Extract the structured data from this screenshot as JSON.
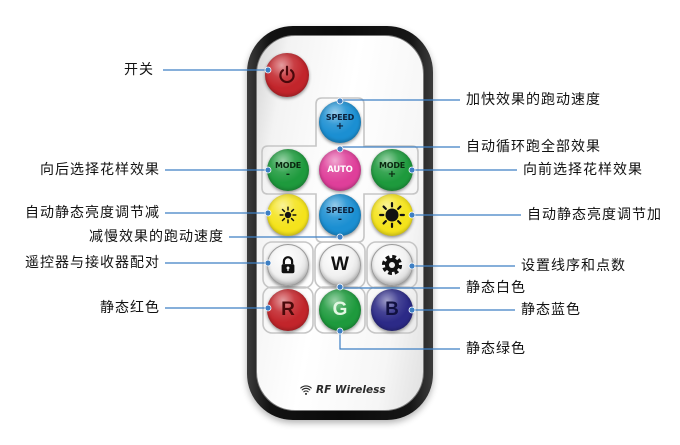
{
  "remote": {
    "brand_text": "RF Wireless",
    "brand_icon": "wireless-signal-icon",
    "buttons": {
      "power": {
        "icon": "power-icon",
        "color": "#c2252b"
      },
      "speed_up": {
        "label": "SPEED",
        "sign": "+",
        "color": "#1b8fd2"
      },
      "mode_back": {
        "label": "MODE",
        "sign": "-",
        "color": "#1e9a3d"
      },
      "auto": {
        "label": "AUTO",
        "color": "#df3f9a"
      },
      "mode_forward": {
        "label": "MODE",
        "sign": "+",
        "color": "#1e9a3d"
      },
      "brightness_down": {
        "icon": "sun-small-icon",
        "color": "#f4e31c"
      },
      "speed_down": {
        "label": "SPEED",
        "sign": "-",
        "color": "#1b8fd2"
      },
      "brightness_up": {
        "icon": "sun-large-icon",
        "color": "#f4e31c"
      },
      "pair": {
        "icon": "lock-icon",
        "color": "#f1f1f1"
      },
      "white": {
        "label": "W",
        "color": "#f1f1f1"
      },
      "setup": {
        "icon": "gear-icon",
        "color": "#f1f1f1"
      },
      "red": {
        "label": "R",
        "color": "#c2252b"
      },
      "green": {
        "label": "G",
        "color": "#1e9a3d"
      },
      "blue": {
        "label": "B",
        "color": "#2c2a87"
      }
    }
  },
  "callouts": {
    "power": "开关",
    "mode_back": "向后选择花样效果",
    "brightness_down": "自动静态亮度调节减",
    "speed_down": "减慢效果的跑动速度",
    "pair": "遥控器与接收器配对",
    "red": "静态红色",
    "speed_up": "加快效果的跑动速度",
    "auto": "自动循环跑全部效果",
    "mode_forward": "向前选择花样效果",
    "brightness_up": "自动静态亮度调节加",
    "setup": "设置线序和点数",
    "white": "静态白色",
    "blue": "静态蓝色",
    "green": "静态绿色"
  },
  "colors": {
    "callout_line": "#3d7fc4"
  }
}
